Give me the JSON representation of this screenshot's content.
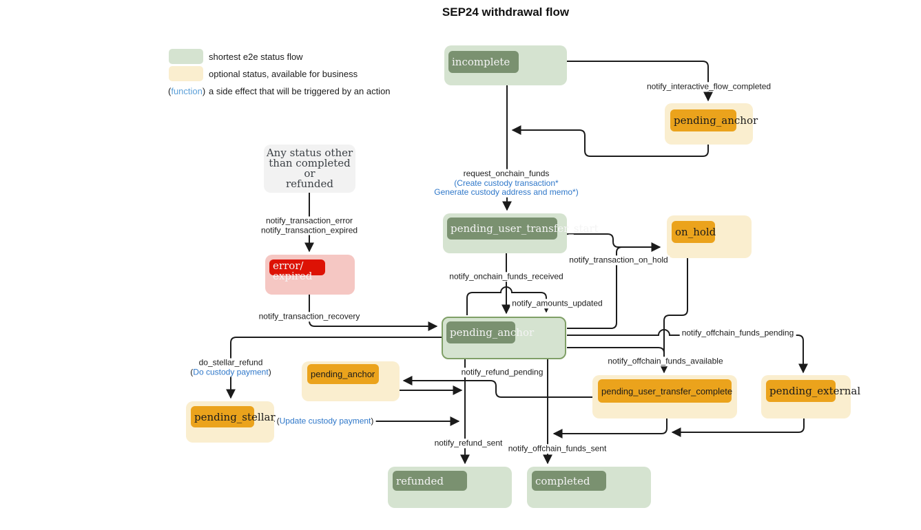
{
  "title": "SEP24 withdrawal flow",
  "legend": {
    "shortest": "shortest e2e status flow",
    "optional": "optional status, available for business",
    "func_open": "(",
    "func": "function",
    "func_close": ")",
    "func_desc": "a side effect that will be triggered by an action"
  },
  "nodes": {
    "incomplete": "incomplete",
    "pending_anchor_top": "pending_anchor",
    "pending_user_transfer_start": "pending_user_transfer_start",
    "on_hold": "on_hold",
    "any_status": "Any status other\nthan completed or\nrefunded",
    "error_expired": "error/\nexpired",
    "pending_anchor_center": "pending_anchor",
    "pending_anchor_small": "pending_anchor",
    "pending_stellar": "pending_stellar",
    "pending_user_transfer_complete": "pending_user_transfer_complete",
    "pending_external": "pending_external",
    "refunded": "refunded",
    "completed": "completed"
  },
  "edges": {
    "notify_interactive_flow_completed": "notify_interactive_flow_completed",
    "request_onchain_funds": "request_onchain_funds",
    "request_side_effect_1": "(Create custody transaction*",
    "request_side_effect_2": "Generate custody address and memo*)",
    "notify_transaction_error_expired": "notify_transaction_error\nnotify_transaction_expired",
    "notify_transaction_on_hold": "notify_transaction_on_hold",
    "notify_onchain_funds_received": "notify_onchain_funds_received",
    "notify_amounts_updated": "notify_amounts_updated",
    "notify_transaction_recovery": "notify_transaction_recovery",
    "do_stellar_refund": "do_stellar_refund",
    "do_custody_payment_open": "(",
    "do_custody_payment": "Do custody payment",
    "do_custody_payment_close": ")",
    "notify_offchain_funds_pending": "notify_offchain_funds_pending",
    "notify_offchain_funds_available": "notify_offchain_funds_available",
    "notify_refund_pending": "notify_refund_pending",
    "update_custody_payment_open": "(",
    "update_custody_payment": "Update custody payment",
    "update_custody_payment_close": ")",
    "notify_refund_sent": "notify_refund_sent",
    "notify_offchain_funds_sent": "notify_offchain_funds_sent"
  },
  "colors": {
    "green_light": "#d5e3d0",
    "green_dark": "#7a9170",
    "green_border": "#7f9f66",
    "cream": "#faeecf",
    "orange": "#eba31c",
    "red": "#dd1205",
    "pink": "#f5c7c3",
    "gray_box": "#f2f2f2",
    "edge_blue": "#2e77c9",
    "legend_blue": "#5b9fd8",
    "line": "#1b1b1b"
  }
}
